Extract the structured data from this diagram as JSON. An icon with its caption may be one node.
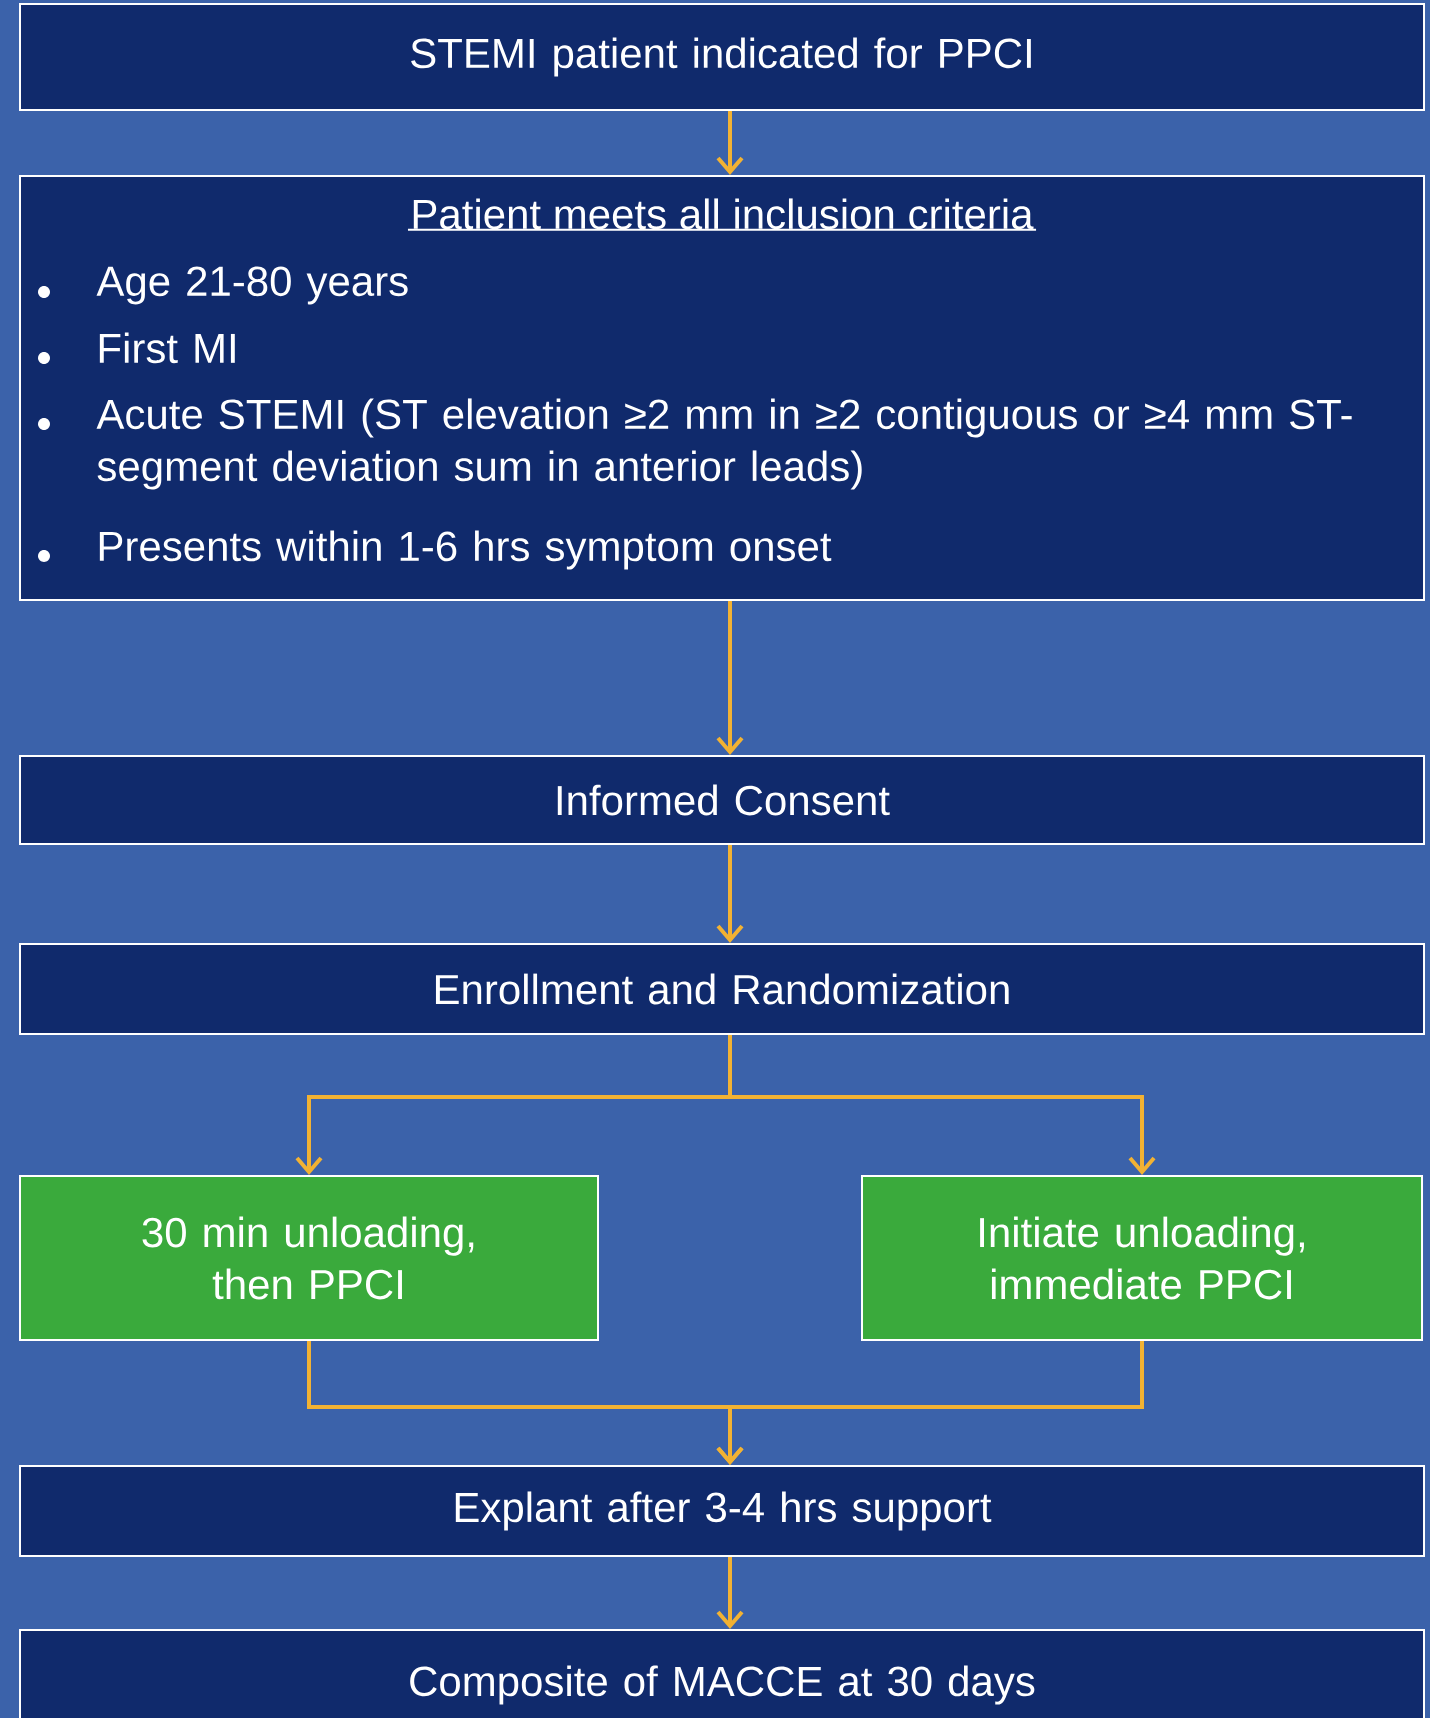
{
  "diagram": {
    "nodes": [
      {
        "text": [
          "STEMI patient indicated for PPCI"
        ]
      },
      {
        "text": [
          "Patient meets all inclusion criteria",
          "Age 21-80 years",
          "First MI",
          "Acute STEMI (ST elevation ≥2 mm in ≥2 contiguous or ≥4 mm ST-segment deviation sum in anterior leads)",
          "Presents within 1-6 hrs symptom onset"
        ]
      },
      {
        "text": [
          "Informed Consent"
        ]
      },
      {
        "text": [
          "Enrollment and Randomization"
        ]
      },
      {
        "text": [
          "30 min unloading, then PPCI"
        ]
      },
      {
        "text": [
          "Initiate unloading, immediate PPCI"
        ]
      },
      {
        "text": [
          "Explant after 3-4 hrs support"
        ]
      },
      {
        "text": [
          "Composite of MACCE at 30 days"
        ]
      }
    ],
    "edges": [
      {
        "from": 0,
        "to": 1,
        "arrow": "to"
      },
      {
        "from": 1,
        "to": 2,
        "arrow": "to"
      },
      {
        "from": 2,
        "to": 3,
        "arrow": "to"
      },
      {
        "from": 3,
        "to": 4,
        "arrow": "to"
      },
      {
        "from": 3,
        "to": 5,
        "arrow": "to"
      },
      {
        "from": 4,
        "to": 6,
        "arrow": "to"
      },
      {
        "from": 5,
        "to": 6,
        "arrow": "to"
      },
      {
        "from": 6,
        "to": 7,
        "arrow": "to"
      }
    ]
  }
}
